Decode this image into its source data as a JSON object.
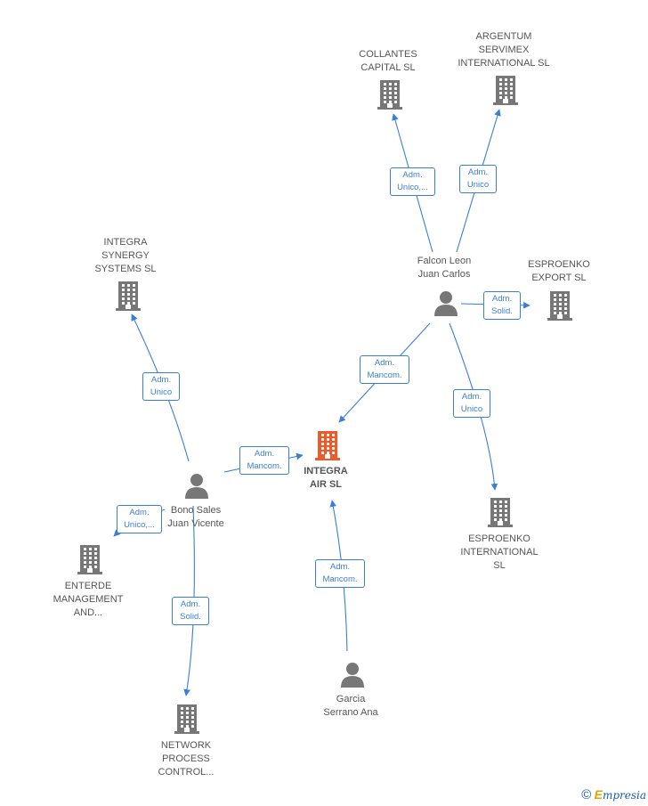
{
  "nodes": {
    "integra_air": {
      "label": "INTEGRA\nAIR SL",
      "type": "company",
      "color": "#f05a28"
    },
    "collantes": {
      "label": "COLLANTES\nCAPITAL SL",
      "type": "company"
    },
    "argentum": {
      "label": "ARGENTUM\nSERVIMEX\nINTERNATIONAL SL",
      "type": "company"
    },
    "integra_synergy": {
      "label": "INTEGRA\nSYNERGY\nSYSTEMS SL",
      "type": "company"
    },
    "esproenko_export": {
      "label": "ESPROENKO\nEXPORT SL",
      "type": "company"
    },
    "esproenko_intl": {
      "label": "ESPROENKO\nINTERNATIONAL\nSL",
      "type": "company"
    },
    "enterde": {
      "label": "ENTERDE\nMANAGEMENT\nAND...",
      "type": "company"
    },
    "network": {
      "label": "NETWORK\nPROCESS\nCONTROL...",
      "type": "company"
    },
    "falcon": {
      "label": "Falcon Leon\nJuan Carlos",
      "type": "person"
    },
    "bono": {
      "label": "Bono Sales\nJuan Vicente",
      "type": "person"
    },
    "garcia": {
      "label": "Garcia\nSerrano Ana",
      "type": "person"
    }
  },
  "edges": [
    {
      "from": "falcon",
      "to": "collantes",
      "label": "Adm.\nUnico,..."
    },
    {
      "from": "falcon",
      "to": "argentum",
      "label": "Adm.\nUnico"
    },
    {
      "from": "falcon",
      "to": "esproenko_export",
      "label": "Adm.\nSolid."
    },
    {
      "from": "falcon",
      "to": "integra_air",
      "label": "Adm.\nMancom."
    },
    {
      "from": "falcon",
      "to": "esproenko_intl",
      "label": "Adm.\nUnico"
    },
    {
      "from": "bono",
      "to": "integra_synergy",
      "label": "Adm.\nUnico"
    },
    {
      "from": "bono",
      "to": "integra_air",
      "label": "Adm.\nMancom."
    },
    {
      "from": "bono",
      "to": "enterde",
      "label": "Adm.\nUnico,..."
    },
    {
      "from": "bono",
      "to": "network",
      "label": "Adm.\nSolid."
    },
    {
      "from": "garcia",
      "to": "integra_air",
      "label": "Adm.\nMancom."
    }
  ],
  "colors": {
    "edge": "#3a7fd5",
    "icon": "#777777",
    "main": "#f05a28"
  },
  "footer": {
    "copyright": "©",
    "brand_e": "E",
    "brand_rest": "mpresia"
  }
}
